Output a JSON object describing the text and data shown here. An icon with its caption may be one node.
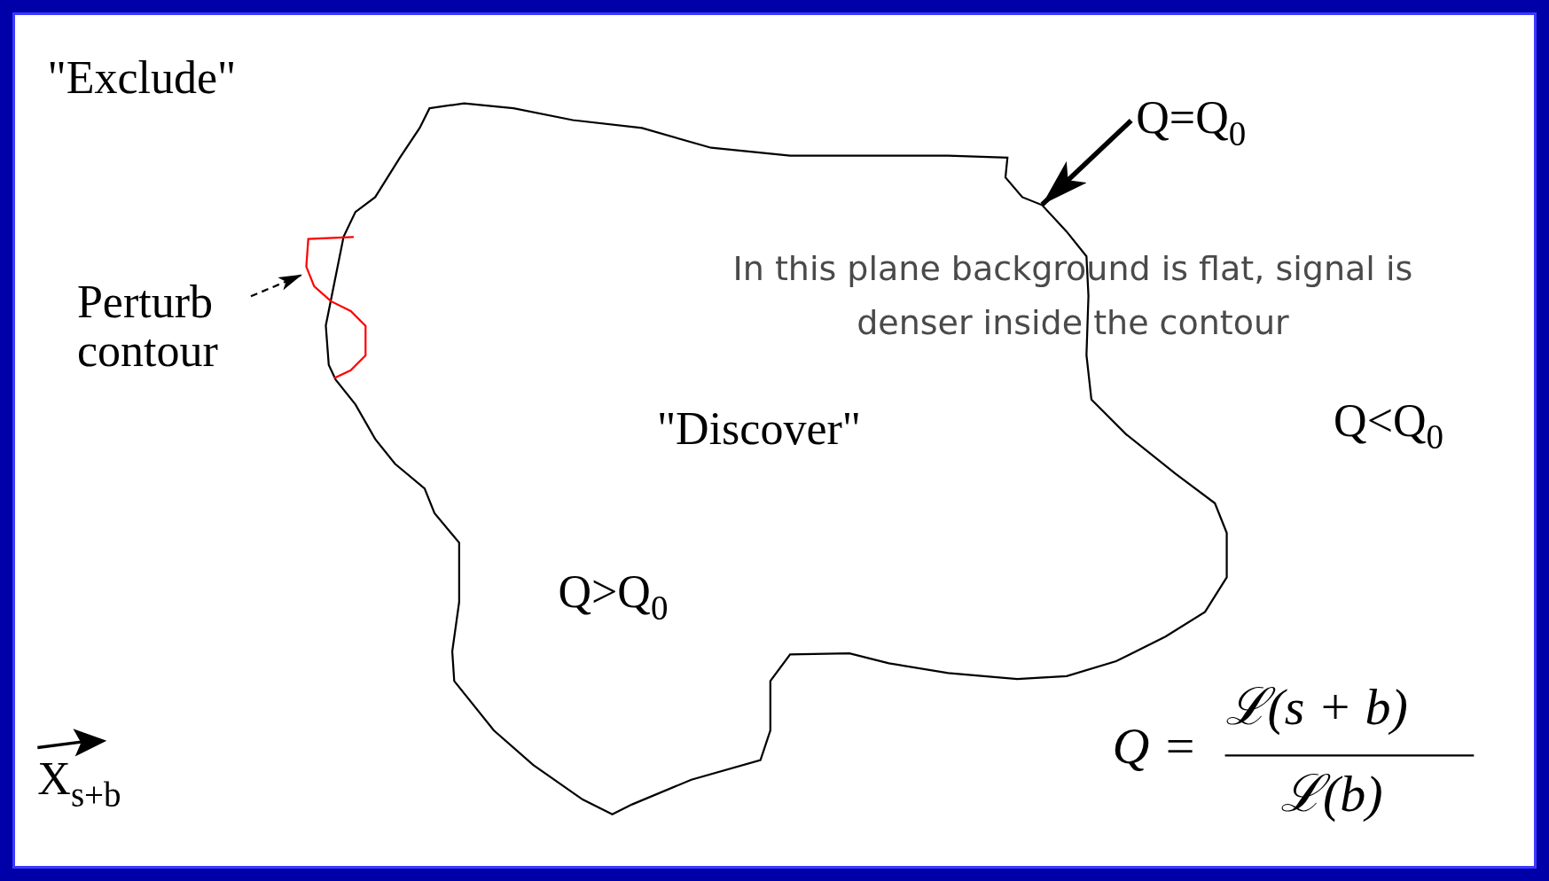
{
  "diagram": {
    "nodes": [
      {
        "text": [
          "\"Discover\"",
          "Q>Q$_{0}$"
        ]
      },
      {
        "text": [
          "Q=Q$_{0}$"
        ]
      },
      {
        "text": [
          "Perturb contour"
        ]
      },
      {
        "text": [],
        "shape": "curve"
      }
    ],
    "edges": [
      {
        "from": 1,
        "to": 0,
        "arrow": "to",
        "style": "thick"
      },
      {
        "from": 2,
        "to": 3,
        "arrow": "to",
        "style": "dashed"
      }
    ],
    "labels": [
      "\"Exclude\"",
      "In this plane background is flat, signal is denser inside the contour",
      "Q<Q$_{0}$",
      "X$_{s+b}$",
      "Q =",
      "ℒ(s + b)",
      "ℒ(b)"
    ]
  }
}
